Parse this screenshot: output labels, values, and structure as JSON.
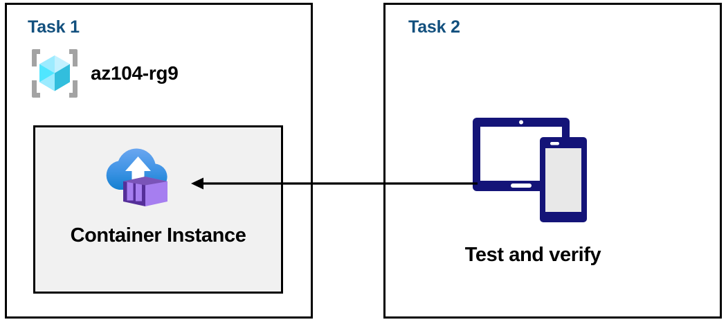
{
  "diagram": {
    "title": "Azure Container Instance task diagram",
    "background_color": "#ffffff",
    "panels": [
      {
        "id": "task1",
        "heading": "Task 1",
        "heading_color": "#12507e",
        "border_color": "#000000",
        "resource_group": {
          "icon": "azure-resource-group-icon",
          "label": "az104-rg9",
          "label_color": "#000000",
          "cube_colors": [
            "#9cebff",
            "#50e6ff",
            "#32bedd",
            "#c3f1ff"
          ],
          "bracket_color": "#a3a3a3"
        },
        "resource": {
          "icon": "azure-container-instance-icon",
          "label": "Container Instance",
          "box_fill": "#f1f1f1",
          "box_border": "#000000",
          "cloud_colors": [
            "#5ea0ef",
            "#1988d9"
          ],
          "container_colors": [
            "#552f99",
            "#a67ef0",
            "#8661c5"
          ]
        }
      },
      {
        "id": "task2",
        "heading": "Task 2",
        "heading_color": "#12507e",
        "border_color": "#000000",
        "resource": {
          "icon": "tablet-and-phone-devices-icon",
          "label": "Test and verify",
          "label_color": "#000000",
          "device_color": "#141478",
          "screen_color": "#e8e8e8"
        }
      }
    ],
    "connector": {
      "name": "arrow-task2-to-container-instance",
      "direction": "right-to-left",
      "from": "Test and verify",
      "to": "Container Instance",
      "color": "#000000",
      "style": "solid-with-arrowhead"
    }
  }
}
